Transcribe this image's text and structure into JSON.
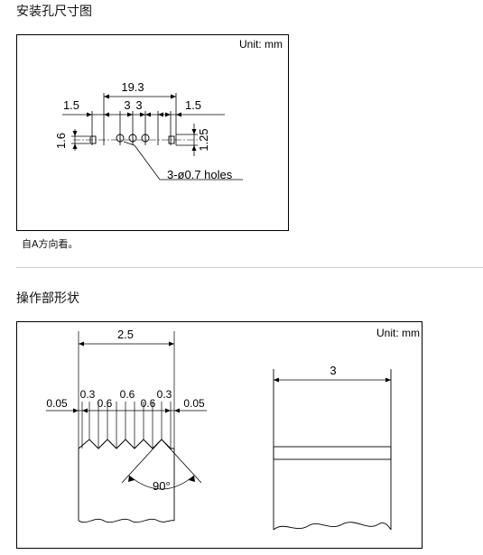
{
  "section1": {
    "title": "安装孔尺寸图",
    "unit": "Unit: mm",
    "note": "自A方向看。",
    "dims": {
      "total": "19.3",
      "left_margin": "1.5",
      "right_margin": "1.5",
      "pitch_left": "3",
      "pitch_right": "3",
      "height_left": "1.6",
      "height_right": "1.25",
      "holes": "3-ø0.7 holes"
    }
  },
  "section2": {
    "title": "操作部形状",
    "unit": "Unit: mm",
    "dims": {
      "total_width": "2.5",
      "edge_left": "0.05",
      "edge_right": "0.05",
      "tooth_1": "0.3",
      "gap_1": "0.6",
      "tooth_2": "0.6",
      "gap_2": "0.6",
      "tooth_3": "0.3",
      "angle": "90°",
      "side_width": "3"
    }
  }
}
